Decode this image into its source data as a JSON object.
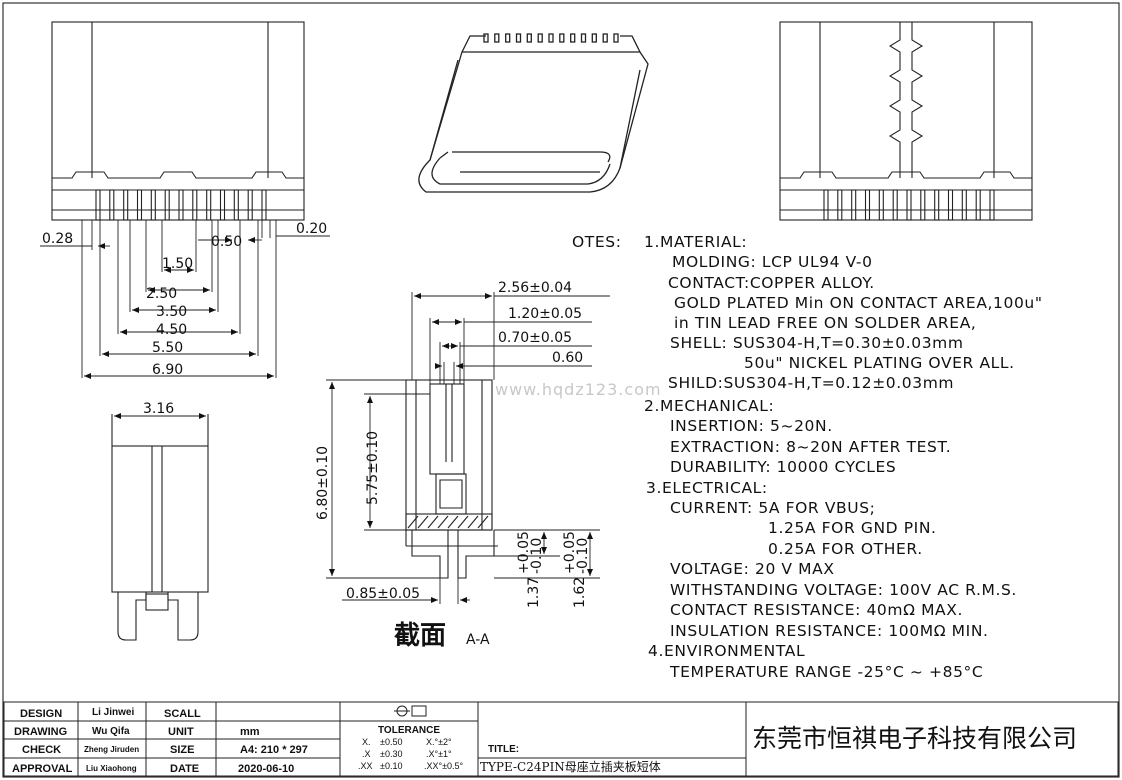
{
  "dimensions": {
    "pitch_left_028": "0.28",
    "pitch_right_020": "0.20",
    "pitch_050": "0.50",
    "span_150": "1.50",
    "span_250": "2.50",
    "span_350": "3.50",
    "span_450": "4.50",
    "span_550": "5.50",
    "span_690": "6.90",
    "side_width": "3.16",
    "sec_256": "2.56±0.04",
    "sec_120": "1.20±0.05",
    "sec_070": "0.70±0.05",
    "sec_060": "0.60",
    "sec_680": "6.80±0.10",
    "sec_575": "5.75±0.10",
    "sec_137": "1.37",
    "sec_137_tol_up": "+0.05",
    "sec_137_tol_dn": "-0.10",
    "sec_162": "1.62",
    "sec_162_tol_up": "+0.05",
    "sec_162_tol_dn": "-0.10",
    "sec_085": "0.85±0.05"
  },
  "section_label": {
    "cn": "截面",
    "ref": "A-A"
  },
  "watermark": "www.hqdz123.com",
  "notes": {
    "prefix": "OTES:",
    "lines": [
      "1.MATERIAL:",
      "MOLDING: LCP UL94 V-0",
      "CONTACT:COPPER ALLOY.",
      "GOLD PLATED Min ON CONTACT AREA,100u\"",
      "in TIN  LEAD FREE  ON SOLDER AREA,",
      "SHELL: SUS304-H,T=0.30±0.03mm",
      "50u\" NICKEL PLATING OVER ALL.",
      "SHILD:SUS304-H,T=0.12±0.03mm",
      "2.MECHANICAL:",
      "INSERTION: 5~20N.",
      "EXTRACTION: 8~20N AFTER TEST.",
      "DURABILITY: 10000 CYCLES",
      "3.ELECTRICAL:",
      "CURRENT: 5A FOR VBUS;",
      "1.25A FOR GND PIN.",
      "0.25A FOR OTHER.",
      "VOLTAGE: 20 V MAX",
      "WITHSTANDING VOLTAGE: 100V AC R.M.S.",
      "CONTACT RESISTANCE: 40mΩ MAX.",
      "INSULATION RESISTANCE: 100MΩ MIN.",
      "4.ENVIRONMENTAL",
      "TEMPERATURE RANGE -25°C ~ +85°C"
    ]
  },
  "title_block": {
    "rows": [
      {
        "label": "DESIGN",
        "name": "Li Jinwei",
        "key": "SCALL",
        "value": ""
      },
      {
        "label": "DRAWING",
        "name": "Wu Qifa",
        "key": "UNIT",
        "value": "mm"
      },
      {
        "label": "CHECK",
        "name": "Zheng Jiruden",
        "key": "SIZE",
        "value": "A4: 210 * 297"
      },
      {
        "label": "APPROVAL",
        "name": "Liu Xiaohong",
        "key": "DATE",
        "value": "2020-06-10"
      }
    ],
    "tolerance_title": "TOLERANCE",
    "tolerances": [
      {
        "a": "X.",
        "b": "±0.50",
        "c": "X.°±2°"
      },
      {
        "a": ".X",
        "b": "±0.30",
        "c": ".X°±1°"
      },
      {
        "a": ".XX",
        "b": "±0.10",
        "c": ".XX°±0.5°"
      }
    ],
    "title_label": "TITLE:",
    "title": "TYPE-C24PIN母座立插夹板短体",
    "company": "东莞市恒祺电子科技有限公司"
  }
}
